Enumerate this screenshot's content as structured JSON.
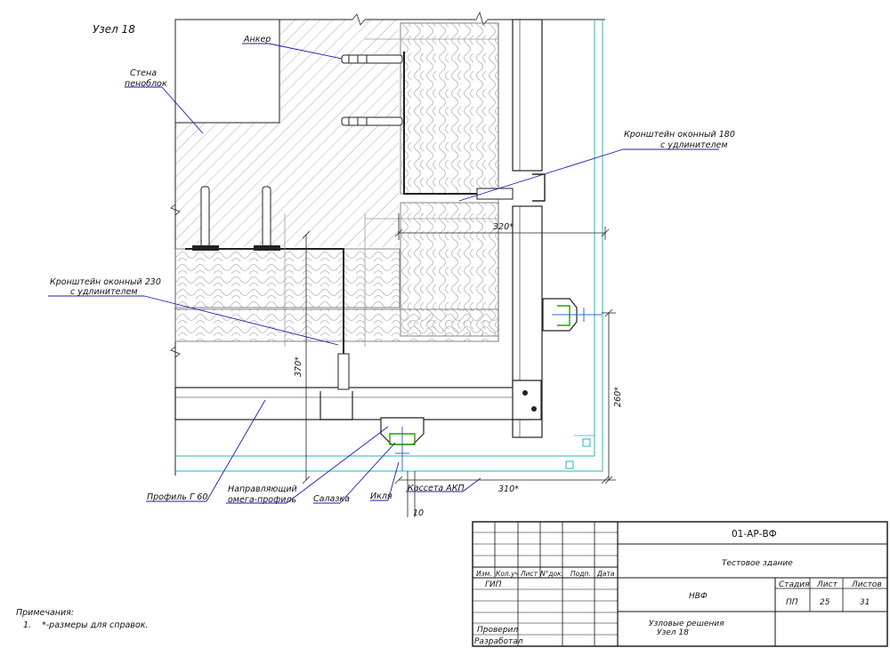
{
  "node": {
    "title": "Узел 18"
  },
  "labels": {
    "anchor": "Анкер",
    "wall_line1": "Стена",
    "wall_line2": "пеноблок",
    "bracket180_line1": "Кронштейн оконный 180",
    "bracket180_line2": "с удлинителем",
    "bracket230_line1": "Кронштейн оконный 230",
    "bracket230_line2": "с удлинителем",
    "profile_g60": "Профиль Г 60",
    "omega_line1": "Направляющий",
    "omega_line2": "омега-профиль",
    "salazka": "Салазка",
    "iklya": "Икля",
    "cassette": "Кассета АКП"
  },
  "dimensions": {
    "d320": "320*",
    "d370": "370*",
    "d260": "260*",
    "d310": "310*",
    "d10": "10"
  },
  "notes": {
    "title": "Примечания:",
    "item1_num": "1.",
    "item1_text": "*-размеры для справок."
  },
  "title_block": {
    "code": "01-АР-ВФ",
    "building": "Тестовое здание",
    "org": "НВФ",
    "sheet_title_line1": "Узловые решения",
    "sheet_title_line2": "Узел 18",
    "col_headers": [
      "Изм.",
      "Кол.уч",
      "Лист",
      "N°док.",
      "Подп.",
      "Дата"
    ],
    "gip": "ГИП",
    "checked": "Проверил",
    "developed": "Разработал",
    "stage_label": "Стадия",
    "sheet_label": "Лист",
    "sheets_label": "Листов",
    "stage_value": "ПП",
    "sheet_value": "25",
    "sheets_value": "31"
  }
}
